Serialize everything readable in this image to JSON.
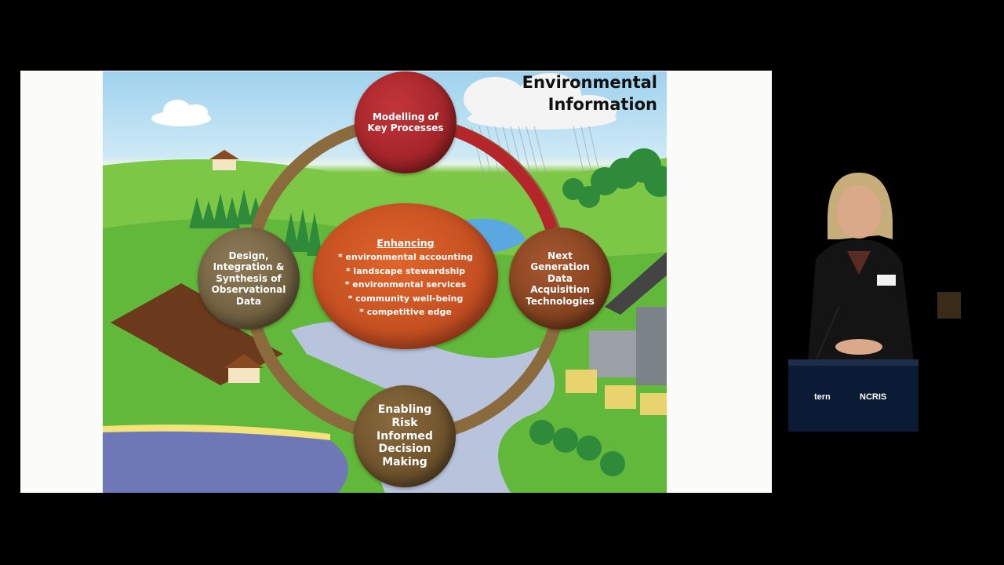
{
  "slide": {
    "title_line1": "Environmental",
    "title_line2": "Information",
    "nodes": {
      "modelling": "Modelling of\nKey Processes",
      "next_gen": "Next\nGeneration\nData\nAcquisition\nTechnologies",
      "design": "Design,\nIntegration &\nSynthesis of\nObservational\nData",
      "risk": "Enabling\nRisk\nInformed\nDecision\nMaking"
    },
    "center": {
      "heading": "Enhancing",
      "items": [
        "* environmental  accounting",
        "* landscape stewardship",
        "* environmental services",
        "* community well-being",
        "* competitive edge"
      ]
    }
  },
  "podium": {
    "logo_left": "tern",
    "logo_right": "NCRIS"
  },
  "colors": {
    "ring": "#8b6b3d",
    "ring_red": "#b5262a",
    "center": "#d4562a",
    "sky": "#9fd2ee",
    "grass": "#5cb53a"
  }
}
